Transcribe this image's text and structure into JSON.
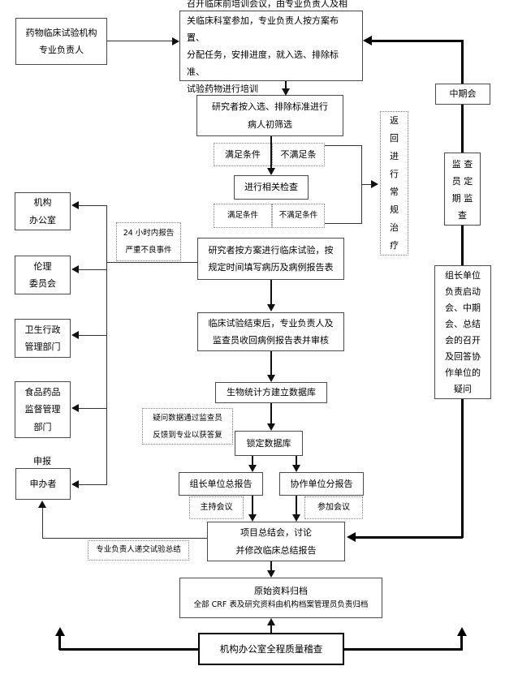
{
  "nodes": {
    "org_head": "药物临床试验机构\n专业负责人",
    "kickoff": "召开临床前培训会议，由专业负责人及相\n关临床科室参加，专业负责人按方案布置、\n分配任务，安排进度，就入选、排除标准、\n试验药物进行培训",
    "screening": "研究者按入选、排除标准进行\n病人初筛选",
    "cond1_met": "满足条件",
    "cond1_not": "不满足条",
    "check": "进行相关检查",
    "cond2_met": "满足条件",
    "cond2_not": "不满足条件",
    "trial": "研究者按方案进行临床试验，按\n规定时间填写病历及病例报告表",
    "trial_end": "临床试验结束后，专业负责人及\n监查员收回病例报告表并审核",
    "biostat": "生物统计方建立数据库",
    "lock_db": "锁定数据库",
    "leader_report": "组长单位总报告",
    "collab_report": "协作单位分报告",
    "host_meeting": "主持会议",
    "join_meeting": "参加会议",
    "summary": "项目总结会，讨论\n并修改临床总结报告",
    "archive_title": "原始资料归档",
    "archive_sub": "全部 CRF 表及研究资料由机构档案管理员负责归档",
    "audit": "机构办公室全程质量稽查",
    "office": "机构\n办公室",
    "ethics": "伦理\n委员会",
    "health_admin": "卫生行政\n管理部门",
    "fda": "食品药品\n监督管理\n部门",
    "declare": "申报",
    "sponsor": "申办者",
    "ae_report": "24 小时内报告\n严重不良事件",
    "query_feedback": "疑问数据通过监查员\n反馈到专业以获答复",
    "submit_summary": "专业负责人递交试验总结",
    "midterm": "中期会",
    "monitor": "监 查\n员 定\n期 监\n查",
    "leader_duty": "组长单位\n负责启动\n会、中期\n会、总结\n会的召开\n及回答协\n作单位的\n疑问",
    "return_treatment": "返\n回\n进\n行\n常\n规\n治\n疗"
  },
  "colors": {
    "line": "#333333",
    "thick_line": "#000000",
    "box_border": "#4a4a4a",
    "dotted_border": "#878787"
  }
}
